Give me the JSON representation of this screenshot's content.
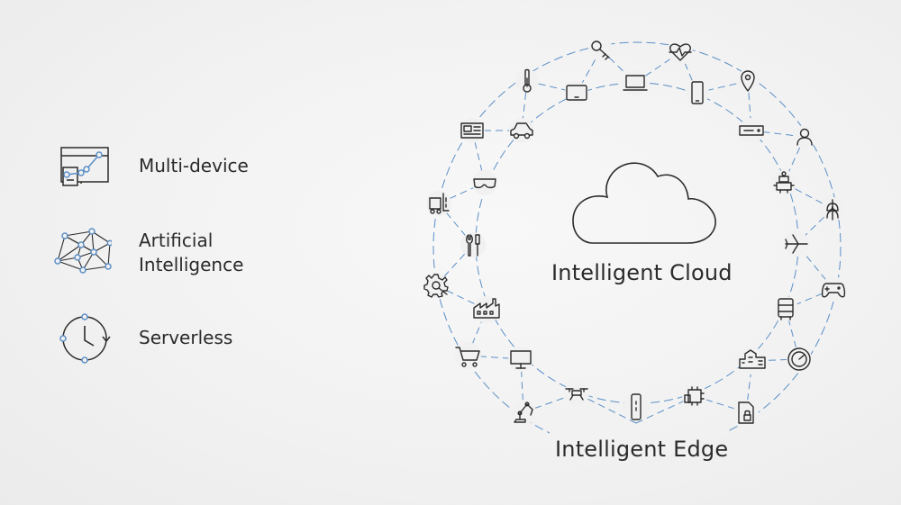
{
  "legend": {
    "items": [
      {
        "label": "Multi-device",
        "icon": "multi-device-icon"
      },
      {
        "label_line1": "Artificial",
        "label_line2": "Intelligence",
        "icon": "neural-network-icon"
      },
      {
        "label": "Serverless",
        "icon": "clock-cycle-icon"
      }
    ]
  },
  "diagram": {
    "center_label": "Intelligent Cloud",
    "bottom_label": "Intelligent Edge",
    "center_icon": "cloud-icon",
    "device_icons": [
      "key-icon",
      "heart-rate-icon",
      "location-pin-icon",
      "thermometer-icon",
      "tablet-icon",
      "laptop-icon",
      "phone-icon",
      "news-icon",
      "car-icon",
      "server-icon",
      "person-icon",
      "robot-icon",
      "wheat-icon",
      "vr-headset-icon",
      "forklift-icon",
      "airplane-icon",
      "tools-icon",
      "gear-icon",
      "game-controller-icon",
      "factory-icon",
      "bus-icon",
      "city-icon",
      "shopping-cart-icon",
      "monitor-icon",
      "gauge-icon",
      "robot-arm-icon",
      "drone-icon",
      "sensor-icon",
      "chip-icon",
      "smart-lock-icon"
    ]
  },
  "colors": {
    "accent": "#5b8fc7",
    "line": "#2b2b2b",
    "background": "#f1f1f1"
  }
}
